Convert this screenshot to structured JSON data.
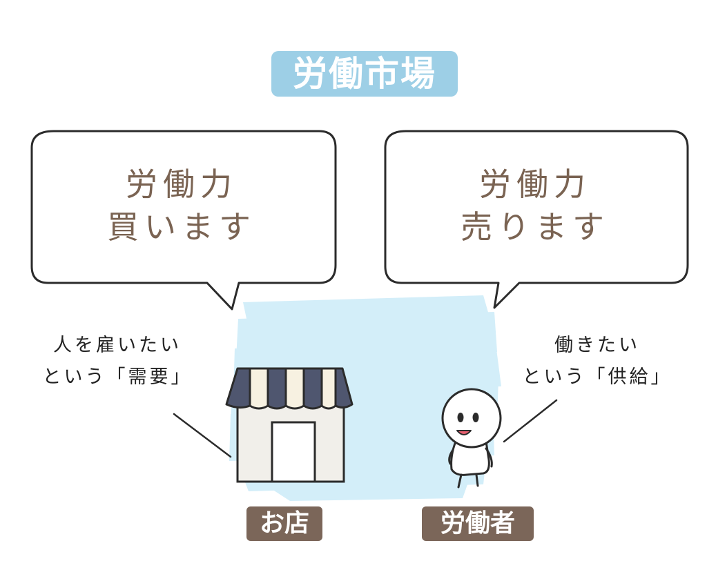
{
  "title": "労働市場",
  "demand_bubble": {
    "line1": "労働力",
    "line2": "買います"
  },
  "supply_bubble": {
    "line1": "労働力",
    "line2": "売ります"
  },
  "demand_text": {
    "line1": "人を雇いたい",
    "line2": "という「需要」"
  },
  "supply_text": {
    "line1": "働きたい",
    "line2": "という「供給」"
  },
  "shop_label": "お店",
  "worker_label": "労働者",
  "colors": {
    "title_bg": "#9dcfe6",
    "market_wash": "#d3eef9",
    "bubble_text": "#7a6352",
    "label_bg": "#7b6659",
    "awning_dark": "#4f566f",
    "awning_light": "#f7f1e1",
    "shop_wall": "#f1efea"
  }
}
